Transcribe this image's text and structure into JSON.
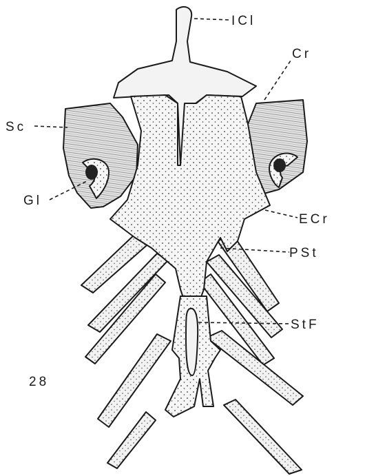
{
  "figure": {
    "number": "28",
    "labels": {
      "icl": "ICl",
      "cr": "Cr",
      "sc": "Sc",
      "gl": "Gl",
      "ecr": "ECr",
      "pst": "PSt",
      "stf": "StF"
    }
  }
}
